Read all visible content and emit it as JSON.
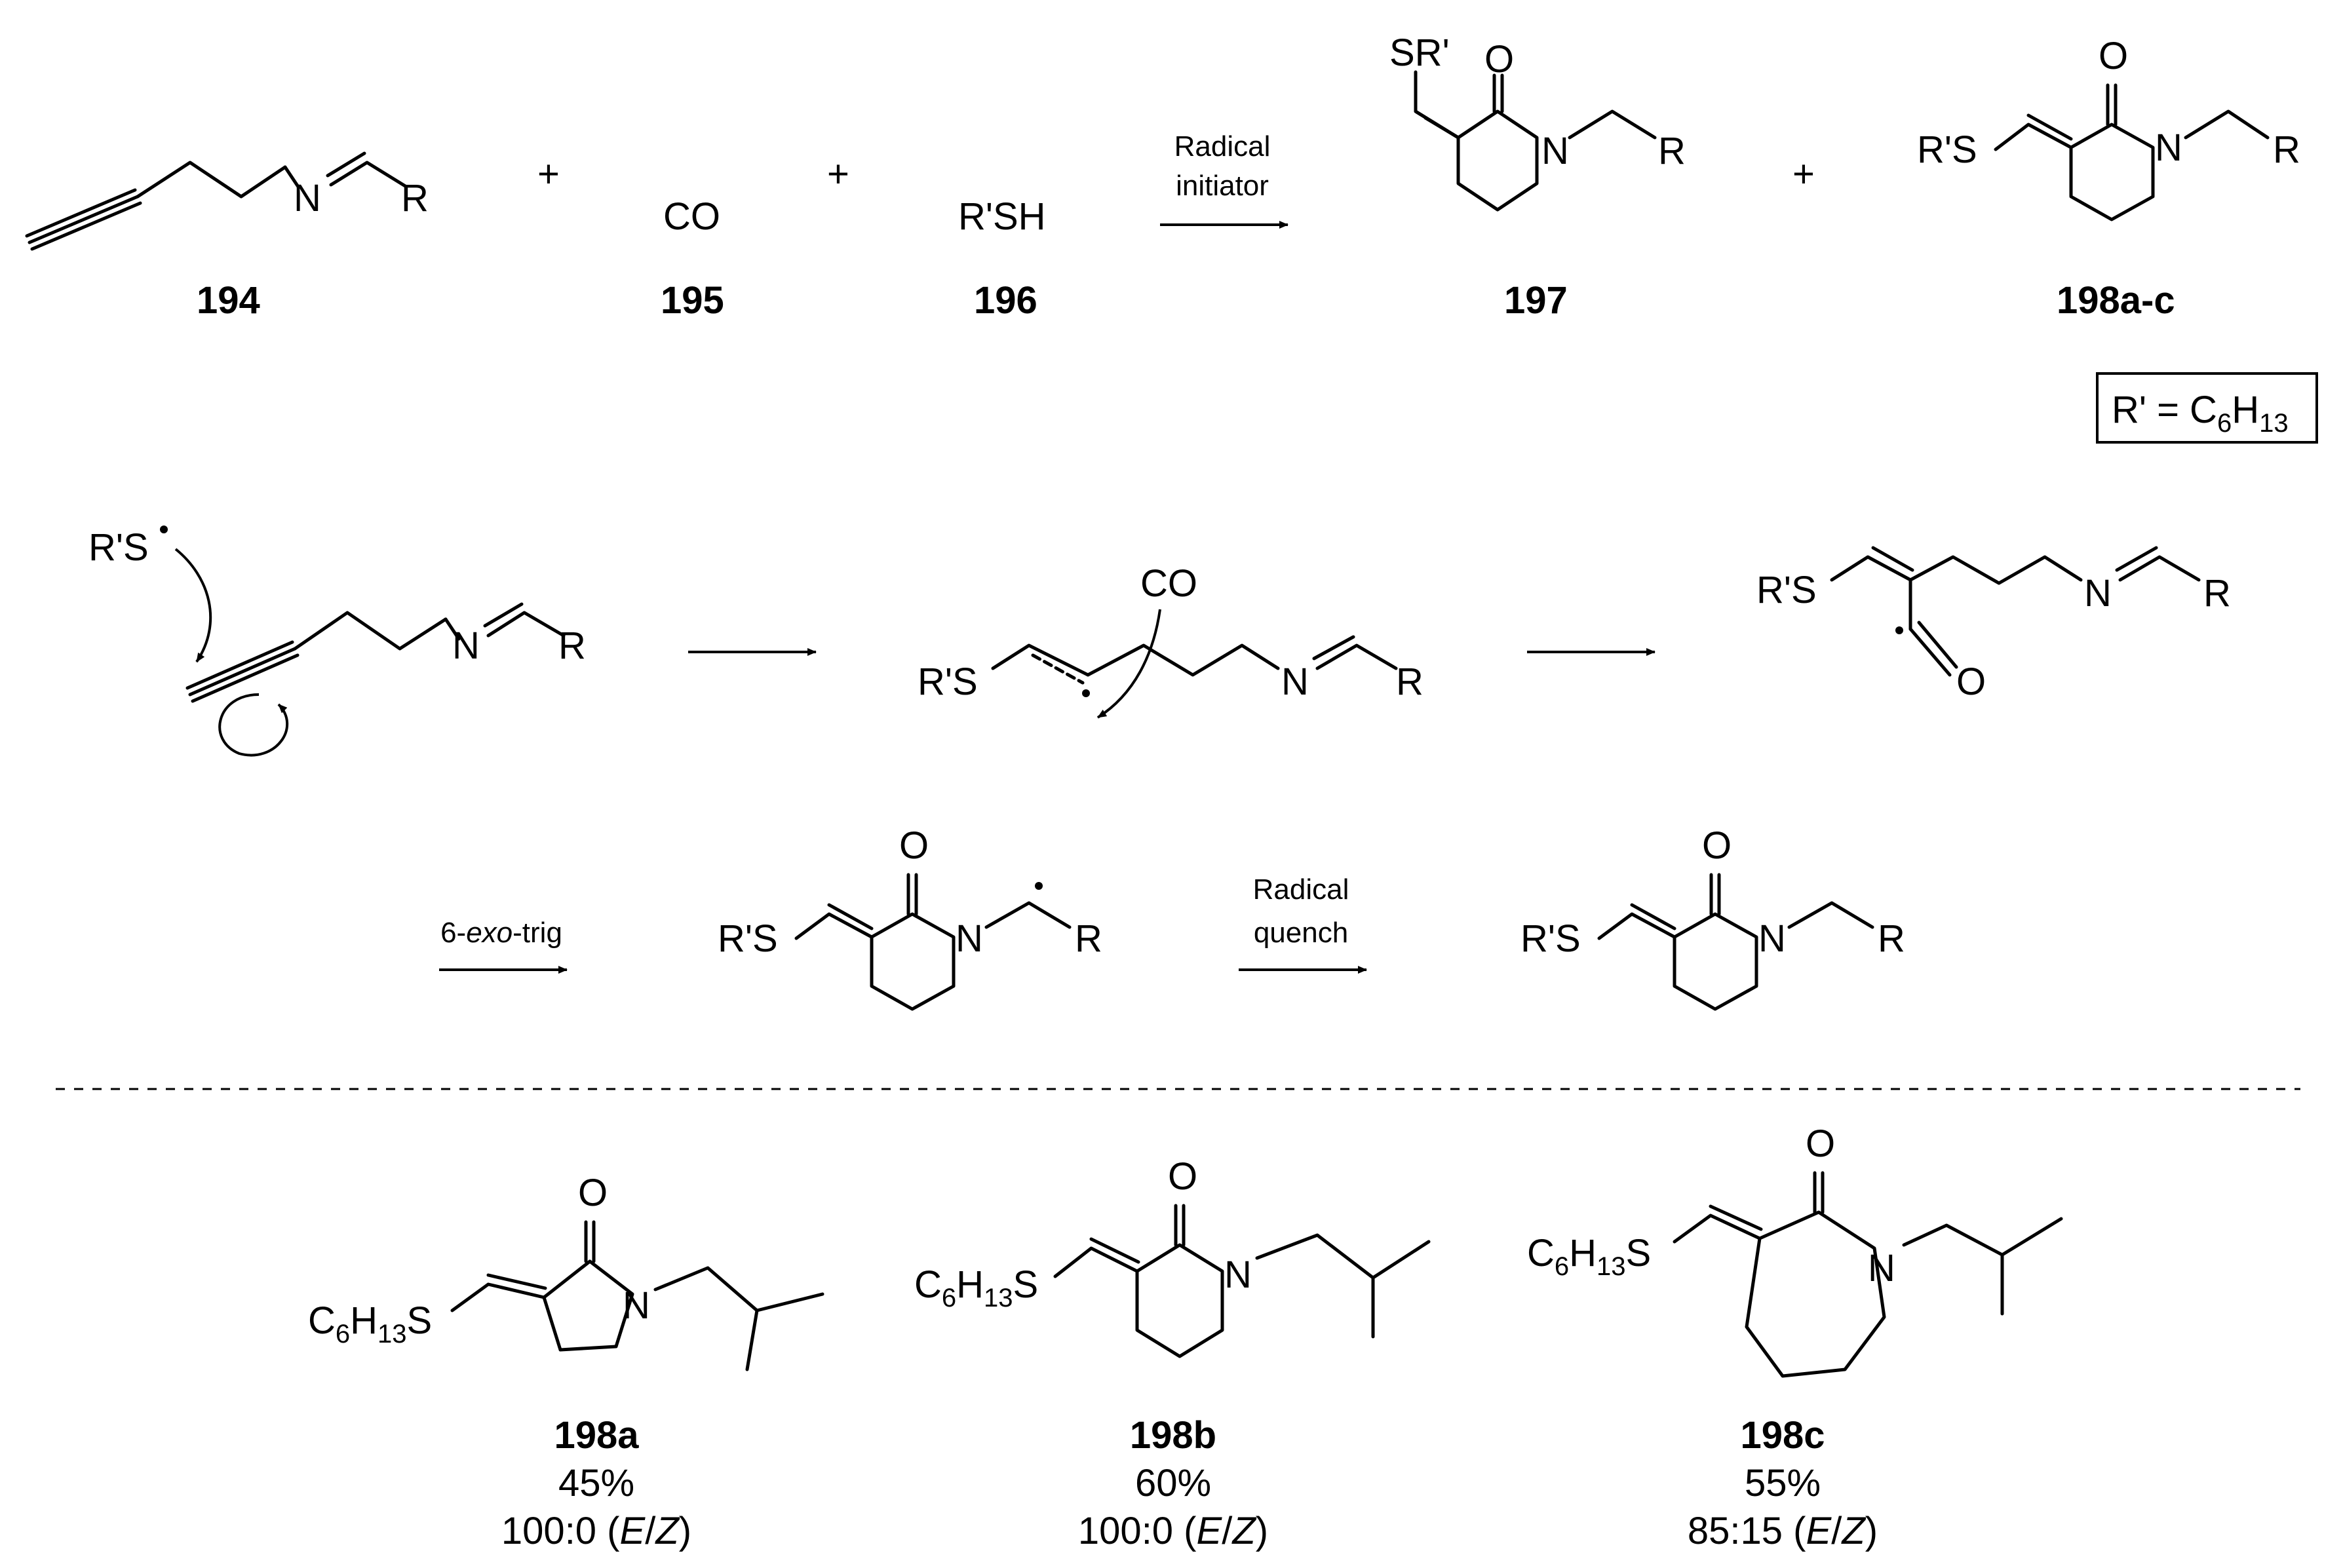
{
  "reaction": {
    "compounds": {
      "c194": "194",
      "c195": "195",
      "c196": "196",
      "c197": "197",
      "c198": "198a-c"
    },
    "plus": "+",
    "co": "CO",
    "thiol": "R'SH",
    "arrow_label_1": "Radical",
    "arrow_label_2": "initiator"
  },
  "atoms": {
    "N": "N",
    "O": "O",
    "R": "R",
    "SR": "SR'",
    "RS": "R'S",
    "R_dot": "R'S",
    "C6": "C",
    "H": "H",
    "S": "S",
    "six": "6",
    "thirteen": "13"
  },
  "legend": {
    "prefix": "R' = C",
    "sub1": "6",
    "mid": "H",
    "sub2": "13"
  },
  "mechanism": {
    "step_co": "CO",
    "step_label_pre": "6-",
    "step_label_italic": "exo",
    "step_label_post": "-trig",
    "quench_1": "Radical",
    "quench_2": "quench"
  },
  "products": [
    {
      "name": "198a",
      "yield": "45%",
      "ratio_num": "100:0 (",
      "ratio_e": "E",
      "ratio_slash": "/",
      "ratio_z": "Z",
      "ratio_close": ")"
    },
    {
      "name": "198b",
      "yield": "60%",
      "ratio_num": "100:0 (",
      "ratio_e": "E",
      "ratio_slash": "/",
      "ratio_z": "Z",
      "ratio_close": ")"
    },
    {
      "name": "198c",
      "yield": "55%",
      "ratio_num": "85:15 (",
      "ratio_e": "E",
      "ratio_slash": "/",
      "ratio_z": "Z",
      "ratio_close": ")"
    }
  ]
}
